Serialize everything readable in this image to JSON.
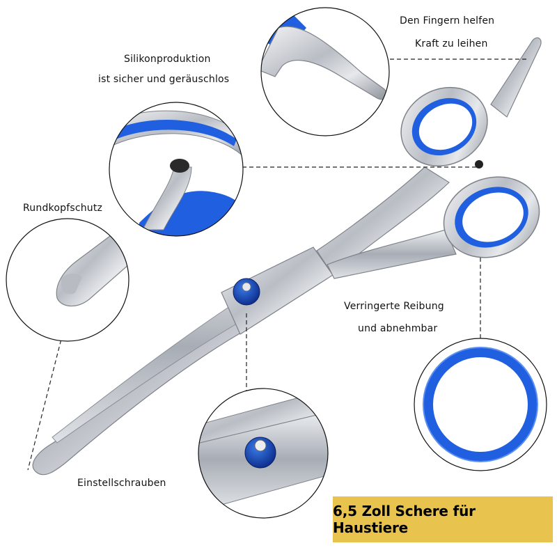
{
  "labels": {
    "finger_line1": "Den Fingern helfen",
    "finger_line2": "Kraft zu leihen",
    "silikon_line1": "Silikonproduktion",
    "silikon_line2": "ist sicher und geräuschlos",
    "rundkopf": "Rundkopfschutz",
    "reibung_line1": "Verringerte Reibung",
    "reibung_line2": "und abnehmbar",
    "schrauben": "Einstellschrauben"
  },
  "banner": {
    "text": "6,5 Zoll Schere für Haustiere"
  },
  "colors": {
    "ring_blue": "#1f5fe0",
    "steel": "#c9ccd1",
    "banner": "#e8c34d"
  }
}
